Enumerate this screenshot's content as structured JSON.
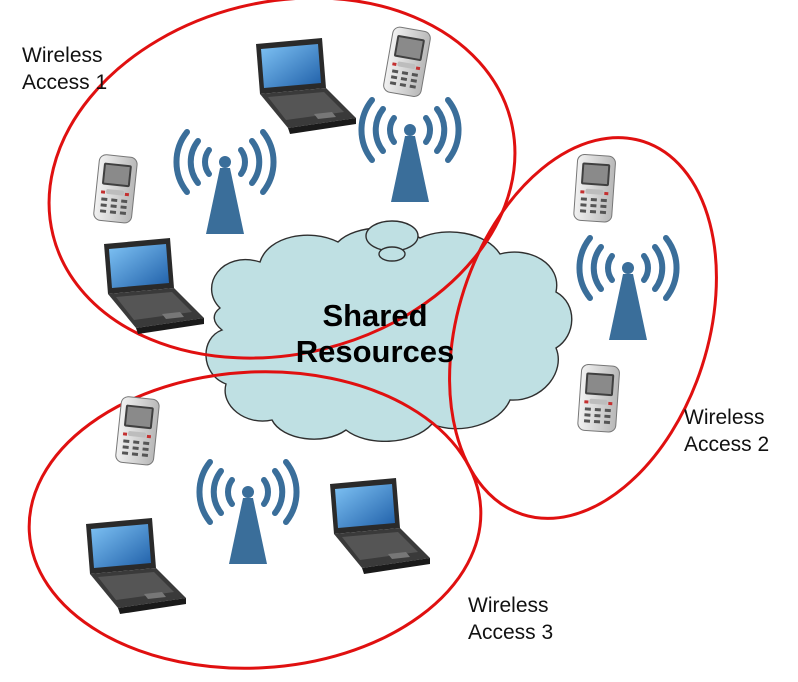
{
  "cloud": {
    "title_line1": "Shared",
    "title_line2": "Resources"
  },
  "areas": [
    {
      "line1": "Wireless",
      "line2": "Access 1"
    },
    {
      "line1": "Wireless",
      "line2": "Access 2"
    },
    {
      "line1": "Wireless",
      "line2": "Access 3"
    }
  ],
  "colors": {
    "boundary": "#e01010",
    "cloud_fill": "#bfe0e3",
    "antenna": "#3a6e9a",
    "laptop_body": "#2e2e2e",
    "laptop_screen": "#3a8fd6",
    "phone_body": "#d9d9d9"
  },
  "icons": [
    "laptop-icon",
    "phone-icon",
    "antenna-icon",
    "cloud-icon"
  ]
}
